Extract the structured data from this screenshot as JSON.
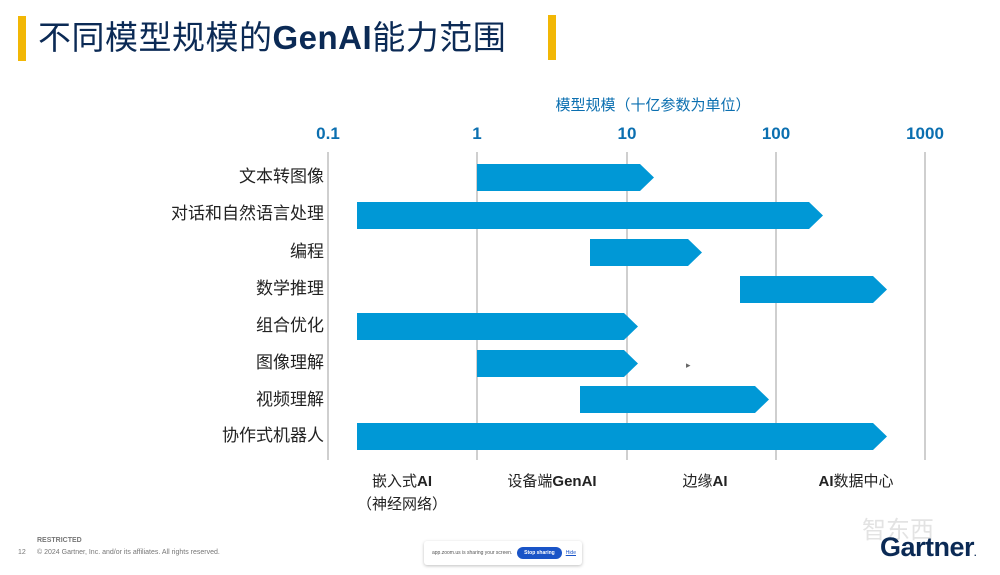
{
  "slide": {
    "title_prefix": "不同模型规模的",
    "title_bold": "GenAI",
    "title_suffix": "能力范围",
    "accent_color": "#F2B705",
    "title_color": "#0B2A55"
  },
  "chart_data": {
    "type": "bar",
    "subtype": "floating-range-log-scale",
    "title": "不同模型规模的GenAI能力范围",
    "xlabel": "模型规模（十亿参数为单位）",
    "ylabel": "",
    "xscale": "log",
    "xlim": [
      0.1,
      1000
    ],
    "x_ticks": [
      "0.1",
      "1",
      "10",
      "100",
      "1000"
    ],
    "grid": true,
    "bar_color": "#0098D6",
    "categories": [
      "文本转图像",
      "对话和自然语言处理",
      "编程",
      "数学推理",
      "组合优化",
      "图像理解",
      "视频理解",
      "协作式机器人"
    ],
    "ranges": [
      {
        "label": "文本转图像",
        "start": 1,
        "end": 15
      },
      {
        "label": "对话和自然语言处理",
        "start": 0.16,
        "end": 200
      },
      {
        "label": "编程",
        "start": 6,
        "end": 30
      },
      {
        "label": "数学推理",
        "start": 60,
        "end": 500
      },
      {
        "label": "组合优化",
        "start": 0.16,
        "end": 12
      },
      {
        "label": "图像理解",
        "start": 1,
        "end": 12
      },
      {
        "label": "视频理解",
        "start": 5,
        "end": 90
      },
      {
        "label": "协作式机器人",
        "start": 0.16,
        "end": 500
      }
    ],
    "deployment_categories": [
      {
        "label": "嵌入式AI",
        "sublabel": "（神经网络）"
      },
      {
        "label": "设备端GenAI"
      },
      {
        "label": "边缘AI"
      },
      {
        "label": "AI数据中心"
      }
    ]
  },
  "labels": {
    "axis_title": "模型规模（十亿参数为单位）",
    "ticks": [
      "0.1",
      "1",
      "10",
      "100",
      "1000"
    ],
    "rows": [
      "文本转图像",
      "对话和自然语言处理",
      "编程",
      "数学推理",
      "组合优化",
      "图像理解",
      "视频理解",
      "协作式机器人"
    ],
    "cat1_a": "嵌入式",
    "cat1_b": "AI",
    "cat1_sub": "（神经网络）",
    "cat2_a": "设备端",
    "cat2_b": "GenAI",
    "cat3_a": "边缘",
    "cat3_b": "AI",
    "cat4_a": "AI",
    "cat4_b": "数据中心"
  },
  "footer": {
    "classification": "RESTRICTED",
    "page_number": "12",
    "copyright": "© 2024 Gartner, Inc. and/or its affiliates. All rights reserved.",
    "logo": "Gartner",
    "logo_mark": "."
  },
  "screen_share": {
    "message": "app.zoom.us is sharing your screen.",
    "stop_label": "Stop sharing",
    "hide_label": "Hide"
  },
  "watermark": "智东西"
}
